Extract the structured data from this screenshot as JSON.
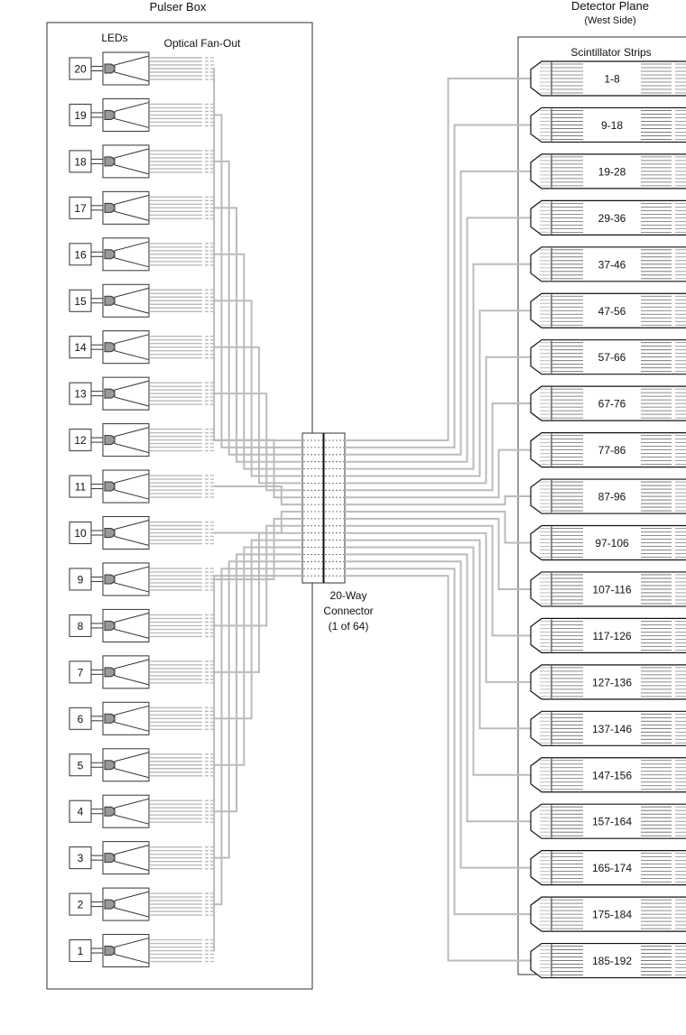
{
  "pulser_box": {
    "title": "Pulser Box",
    "leds_label": "LEDs",
    "fanout_label": "Optical Fan-Out",
    "led_numbers": [
      "1",
      "2",
      "3",
      "4",
      "5",
      "6",
      "7",
      "8",
      "9",
      "10",
      "11",
      "12",
      "13",
      "14",
      "15",
      "16",
      "17",
      "18",
      "19",
      "20"
    ]
  },
  "connector": {
    "line1": "20-Way",
    "line2": "Connector",
    "line3": "(1 of 64)"
  },
  "detector_plane": {
    "title": "Detector Plane",
    "subtitle": "(West Side)",
    "strips_label": "Scintillator Strips",
    "strip_groups": [
      "1-8",
      "9-18",
      "19-28",
      "29-36",
      "37-46",
      "47-56",
      "57-66",
      "67-76",
      "77-86",
      "87-96",
      "97-106",
      "107-116",
      "117-126",
      "127-136",
      "137-146",
      "147-156",
      "157-164",
      "165-174",
      "175-184",
      "185-192"
    ]
  },
  "colors": {
    "line": "#333333",
    "fiber": "#bbbbbb",
    "led_fill": "#999999"
  }
}
